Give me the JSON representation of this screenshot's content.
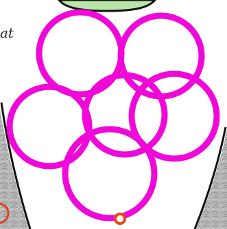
{
  "fragment_text": "at",
  "colors": {
    "ring": "#f008d8",
    "marker": "#e8491a",
    "corner_ring": "#e04020",
    "outline": "#111111",
    "top_blob": "#b9e6a8",
    "terrain": "#b4b4b4",
    "page": "#ffffff"
  },
  "rings": [
    {
      "name": "ring-top-left"
    },
    {
      "name": "ring-top-right"
    },
    {
      "name": "ring-middle-left"
    },
    {
      "name": "ring-middle-center"
    },
    {
      "name": "ring-middle-right"
    },
    {
      "name": "ring-bottom"
    }
  ],
  "icons": {
    "marker": "target-marker-icon",
    "corner": "corner-ring-icon"
  }
}
